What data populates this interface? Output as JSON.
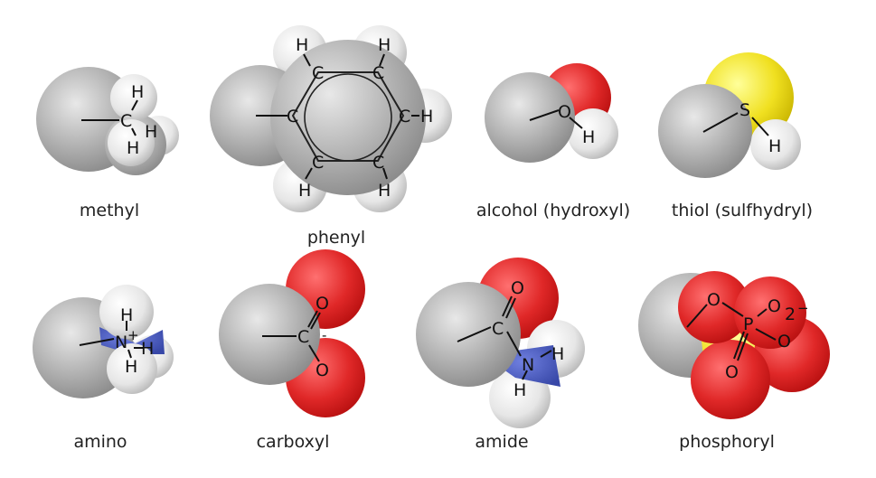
{
  "groups": [
    {
      "id": "methyl",
      "label": "methyl",
      "atoms": [
        "C",
        "H",
        "H",
        "H"
      ]
    },
    {
      "id": "phenyl",
      "label": "phenyl",
      "atoms": [
        "C",
        "C",
        "C",
        "C",
        "C",
        "C",
        "H",
        "H",
        "H",
        "H",
        "H"
      ]
    },
    {
      "id": "alcohol",
      "label": "alcohol (hydroxyl)",
      "atoms": [
        "O",
        "H"
      ]
    },
    {
      "id": "thiol",
      "label": "thiol (sulfhydryl)",
      "atoms": [
        "S",
        "H"
      ]
    },
    {
      "id": "amino",
      "label": "amino",
      "atoms": [
        "N",
        "H",
        "H",
        "H"
      ],
      "charge": "+"
    },
    {
      "id": "carboxyl",
      "label": "carboxyl",
      "atoms": [
        "C",
        "O",
        "O"
      ],
      "charge": "-"
    },
    {
      "id": "amide",
      "label": "amide",
      "atoms": [
        "C",
        "O",
        "N",
        "H",
        "H"
      ]
    },
    {
      "id": "phosphoryl",
      "label": "phosphoryl",
      "atoms": [
        "O",
        "P",
        "O",
        "O",
        "O"
      ],
      "charge": "2-"
    }
  ],
  "colors": {
    "carbon": "#9e9e9e",
    "hydrogen": "#e6e6e6",
    "oxygen": "#e02020",
    "nitrogen": "#4a5cc0",
    "sulfur": "#e8d400",
    "phosphorus": "#e8d400"
  }
}
